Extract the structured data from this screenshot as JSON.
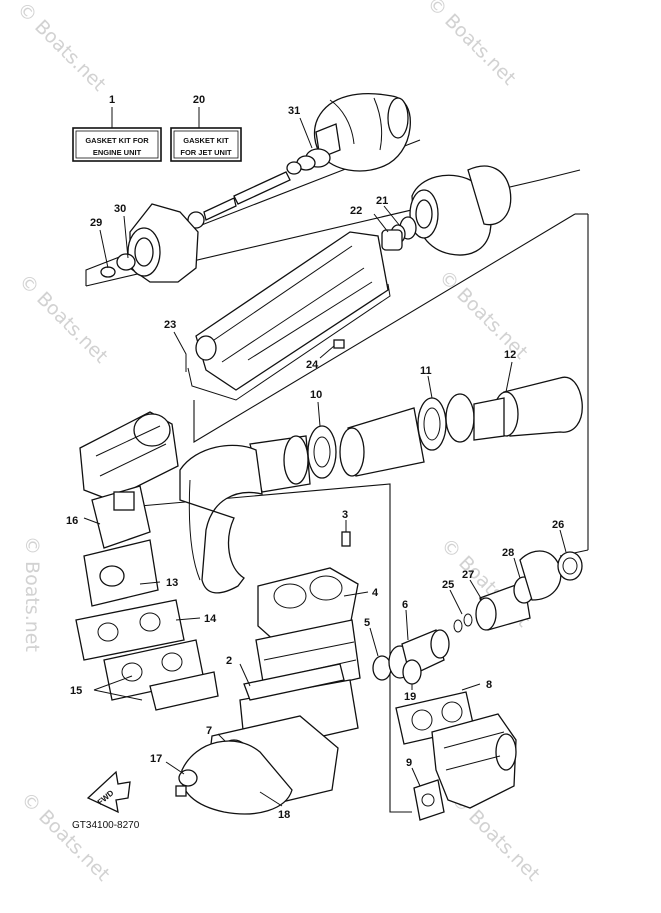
{
  "watermark": {
    "text": "© Boats.net"
  },
  "gasket_kits": [
    {
      "number": "1",
      "line1": "GASKET KIT FOR",
      "line2": "ENGINE UNIT"
    },
    {
      "number": "20",
      "line1": "GASKET KIT",
      "line2": "FOR JET UNIT"
    }
  ],
  "callouts": {
    "n2": "2",
    "n3": "3",
    "n4": "4",
    "n5": "5",
    "n6": "6",
    "n7": "7",
    "n8": "8",
    "n9": "9",
    "n10": "10",
    "n11": "11",
    "n12": "12",
    "n13": "13",
    "n14": "14",
    "n15": "15",
    "n16": "16",
    "n17": "17",
    "n18": "18",
    "n19": "19",
    "n21": "21",
    "n22": "22",
    "n23": "23",
    "n24": "24",
    "n25": "25",
    "n26": "26",
    "n27": "27",
    "n28": "28",
    "n29": "29",
    "n30": "30",
    "n31": "31"
  },
  "fwd_label": "FWD",
  "diagram_code": "GT34100-8270"
}
